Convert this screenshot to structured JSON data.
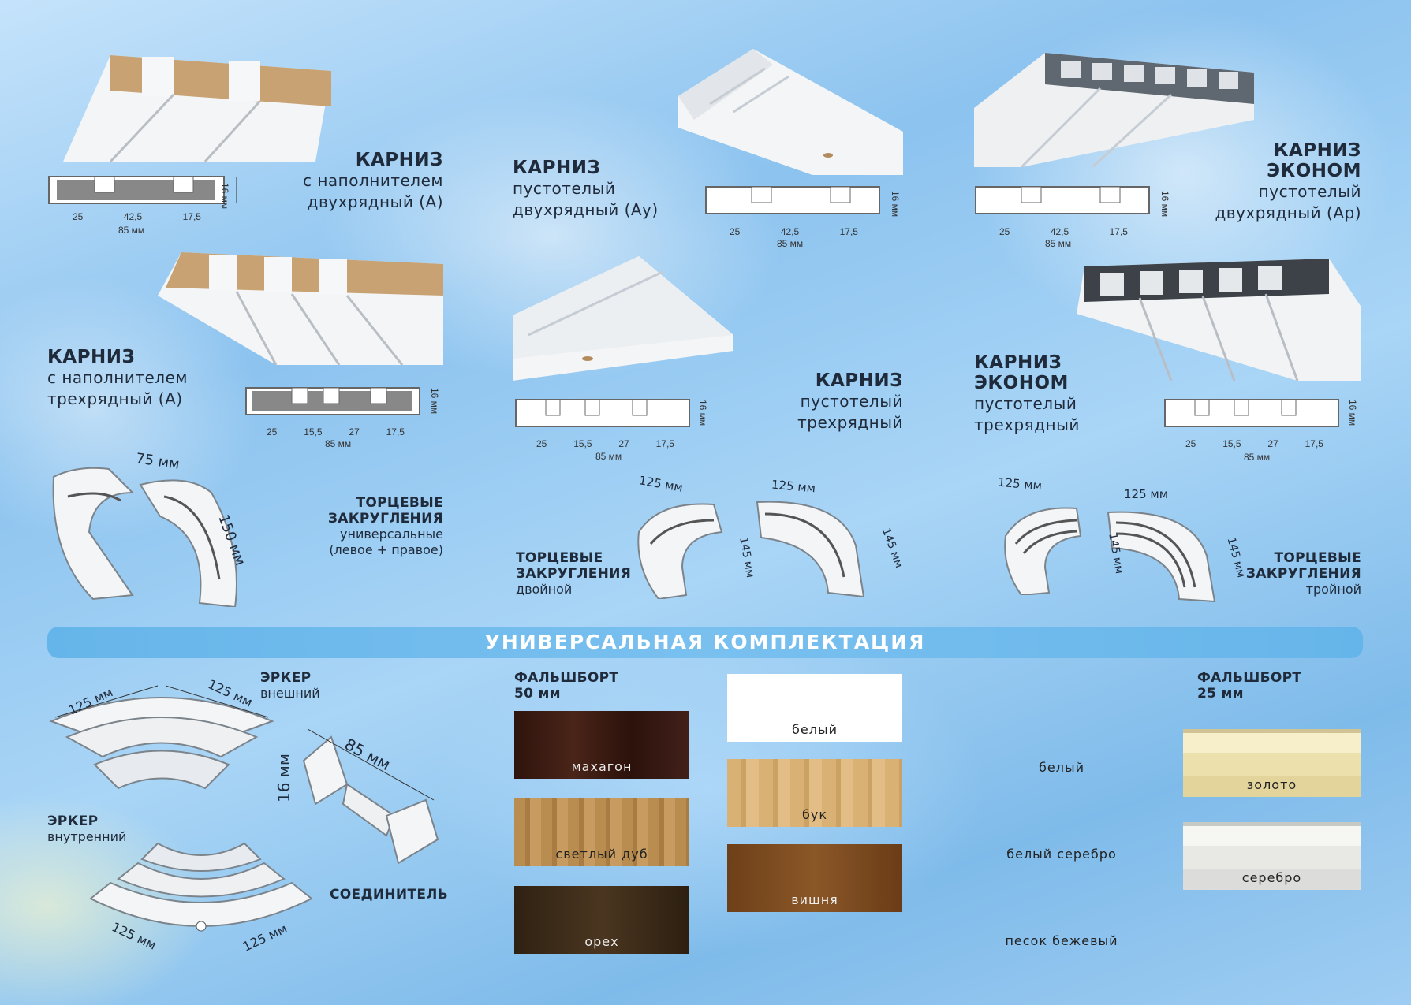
{
  "products": {
    "p1": {
      "title": "КАРНИЗ",
      "line1": "с наполнителем",
      "line2": "двухрядный (А)"
    },
    "p2": {
      "title": "КАРНИЗ",
      "line1": "пустотелый",
      "line2": "двухрядный (Ау)"
    },
    "p3": {
      "title1": "КАРНИЗ",
      "title2": "ЭКОНОМ",
      "line1": "пустотелый",
      "line2": "двухрядный (Ар)"
    },
    "p4": {
      "title": "КАРНИЗ",
      "line1": "с наполнителем",
      "line2": "трехрядный (А)"
    },
    "p5": {
      "title": "КАРНИЗ",
      "line1": "пустотелый",
      "line2": "трехрядный"
    },
    "p6": {
      "title1": "КАРНИЗ",
      "title2": "ЭКОНОМ",
      "line1": "пустотелый",
      "line2": "трехрядный"
    }
  },
  "dims": {
    "two_row": [
      "25",
      "42,5",
      "17,5"
    ],
    "three_row": [
      "25",
      "15,5",
      "27",
      "17,5"
    ],
    "total": "85 мм",
    "height": "16 мм"
  },
  "ends": {
    "universal": {
      "title1": "ТОРЦЕВЫЕ",
      "title2": "ЗАКРУГЛЕНИЯ",
      "line1": "универсальные",
      "line2": "(левое + правое)",
      "d1": "75 мм",
      "d2": "150 мм"
    },
    "double": {
      "title1": "ТОРЦЕВЫЕ",
      "title2": "ЗАКРУГЛЕНИЯ",
      "line1": "двойной",
      "d1": "125 мм",
      "d2": "145 мм"
    },
    "triple": {
      "title1": "ТОРЦЕВЫЕ",
      "title2": "ЗАКРУГЛЕНИЯ",
      "line1": "тройной",
      "d1": "125 мм",
      "d2": "145 мм"
    }
  },
  "banner": "УНИВЕРСАЛЬНАЯ КОМПЛЕКТАЦИЯ",
  "accessories": {
    "erker_out": {
      "title": "ЭРКЕР",
      "line1": "внешний",
      "d": "125 мм"
    },
    "erker_in": {
      "title": "ЭРКЕР",
      "line1": "внутренний",
      "d": "125 мм"
    },
    "connector": {
      "title": "СОЕДИНИТЕЛЬ",
      "d1": "85 мм",
      "d2": "16 мм"
    }
  },
  "falshbort50": {
    "title": "ФАЛЬШБОРТ",
    "size": "50 мм",
    "col1": [
      {
        "label": "махагон",
        "color": "#3a1d14"
      },
      {
        "label": "светлый дуб",
        "color": "#b88a4c"
      },
      {
        "label": "орех",
        "color": "#3d2b1a"
      }
    ],
    "col2": [
      {
        "label": "белый",
        "color": "#ffffff"
      },
      {
        "label": "бук",
        "color": "#d6ad6e"
      },
      {
        "label": "вишня",
        "color": "#7a4a22"
      }
    ]
  },
  "decor": [
    {
      "label": "белый",
      "color": "#f4f5f8"
    },
    {
      "label": "белый серебро",
      "color": "#e8e9ef"
    },
    {
      "label": "песок бежевый",
      "color": "#c2a876"
    }
  ],
  "falshbort25": {
    "title": "ФАЛЬШБОРТ",
    "size": "25 мм",
    "items": [
      {
        "label": "золото",
        "color": "#efe3b2"
      },
      {
        "label": "серебро",
        "color": "#e8e9e5"
      }
    ]
  }
}
